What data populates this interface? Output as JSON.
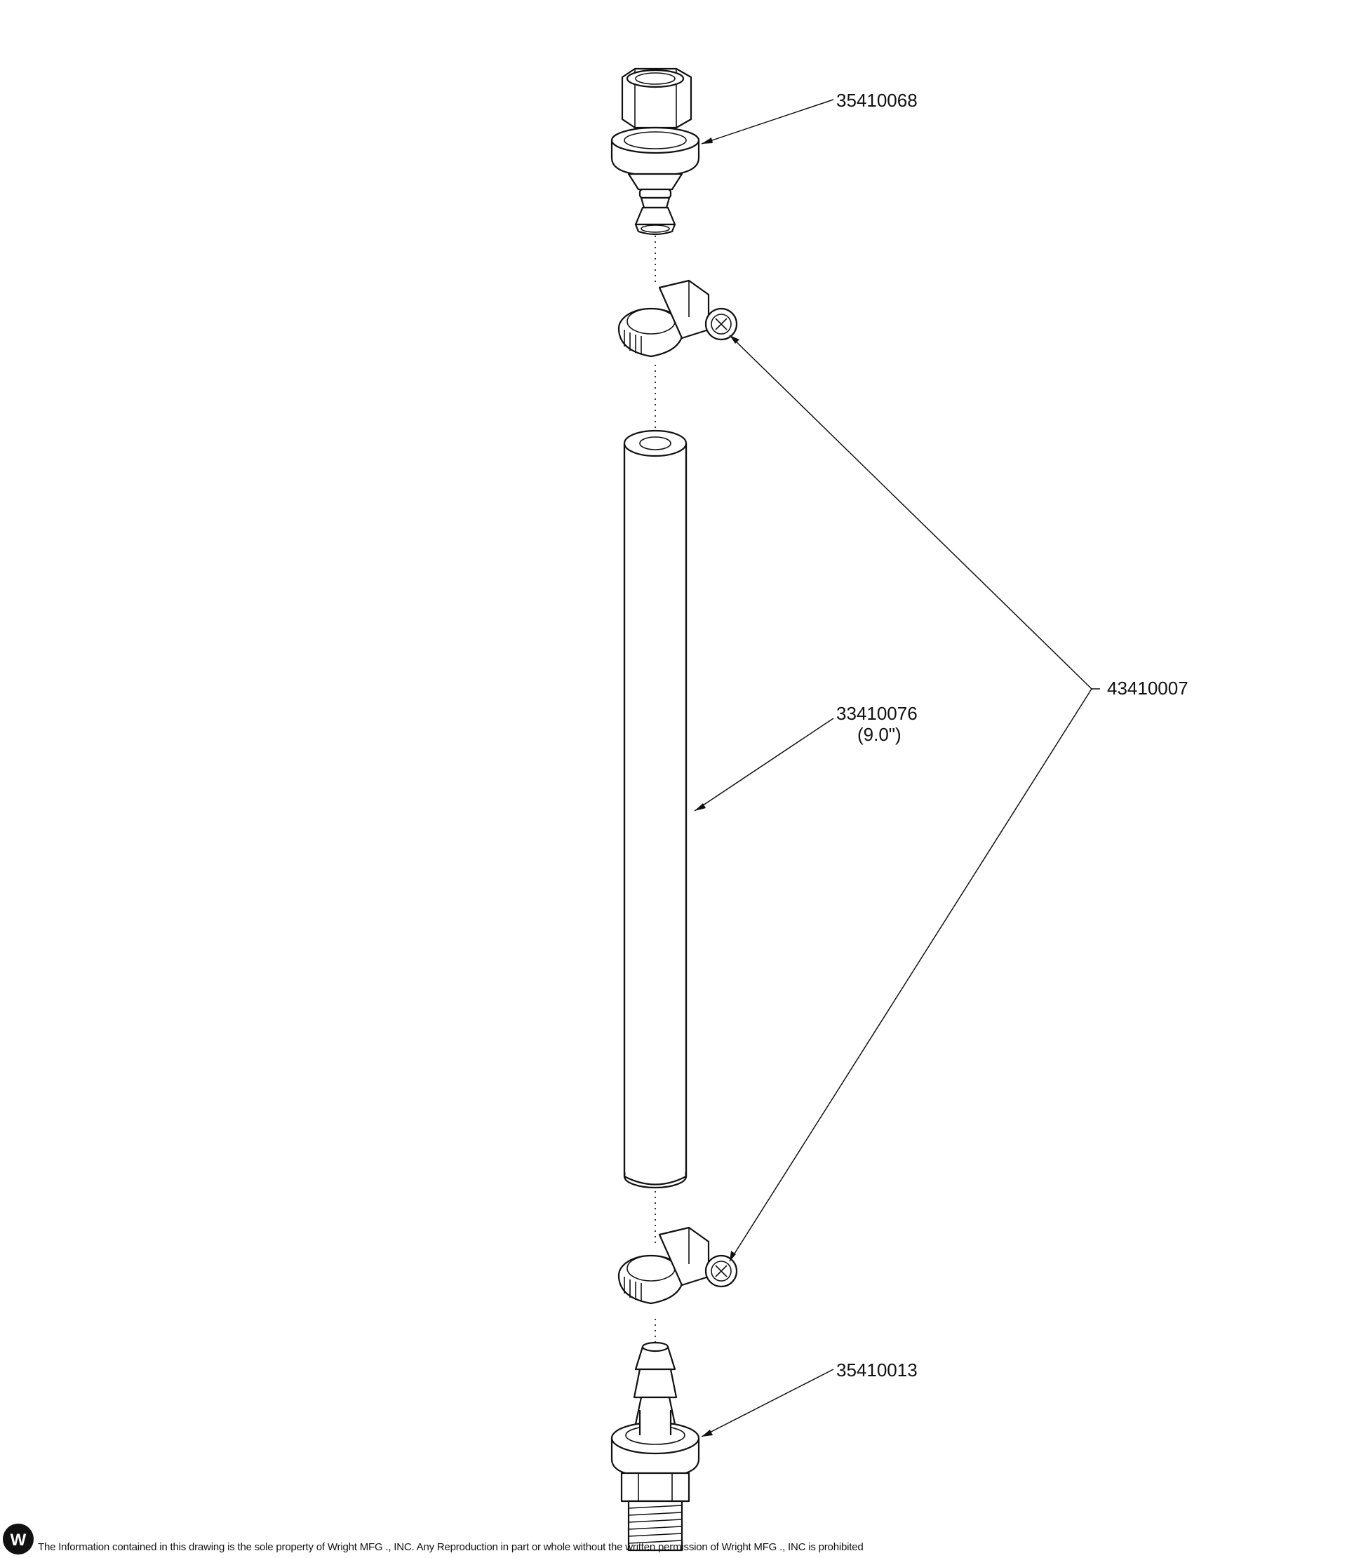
{
  "callouts": {
    "fitting_top": "35410068",
    "hose_clamp": "43410007",
    "hose_part": "33410076",
    "hose_length": "(9.0\")",
    "fitting_bottom": "35410013"
  },
  "footer": {
    "logo_letter": "W",
    "notice": "The Information contained in this drawing is the sole property of Wright MFG ., INC. Any Reproduction in part or whole without the written permission of Wright MFG ., INC is prohibited"
  },
  "colors": {
    "line": "#111111",
    "background": "#ffffff"
  }
}
